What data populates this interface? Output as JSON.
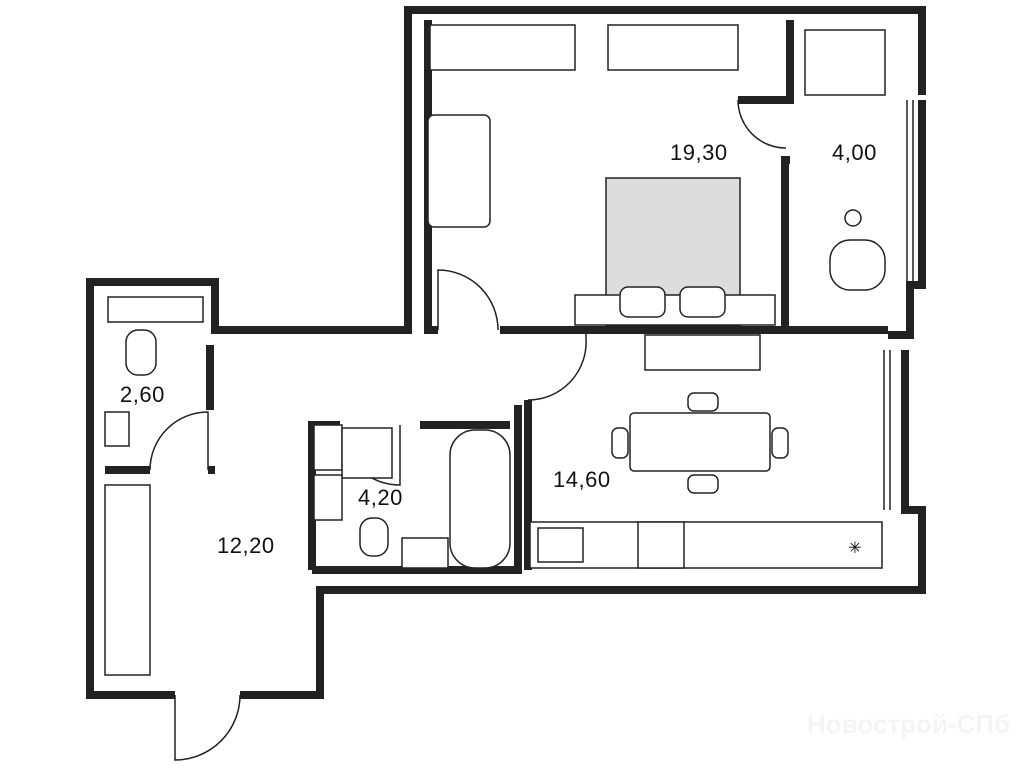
{
  "rooms": [
    {
      "name": "living-room",
      "area": "19,30"
    },
    {
      "name": "balcony",
      "area": "4,00"
    },
    {
      "name": "wc",
      "area": "2,60"
    },
    {
      "name": "bathroom",
      "area": "4,20"
    },
    {
      "name": "kitchen",
      "area": "14,60"
    },
    {
      "name": "hallway",
      "area": "12,20"
    }
  ],
  "watermark": "Новострой-СПб"
}
